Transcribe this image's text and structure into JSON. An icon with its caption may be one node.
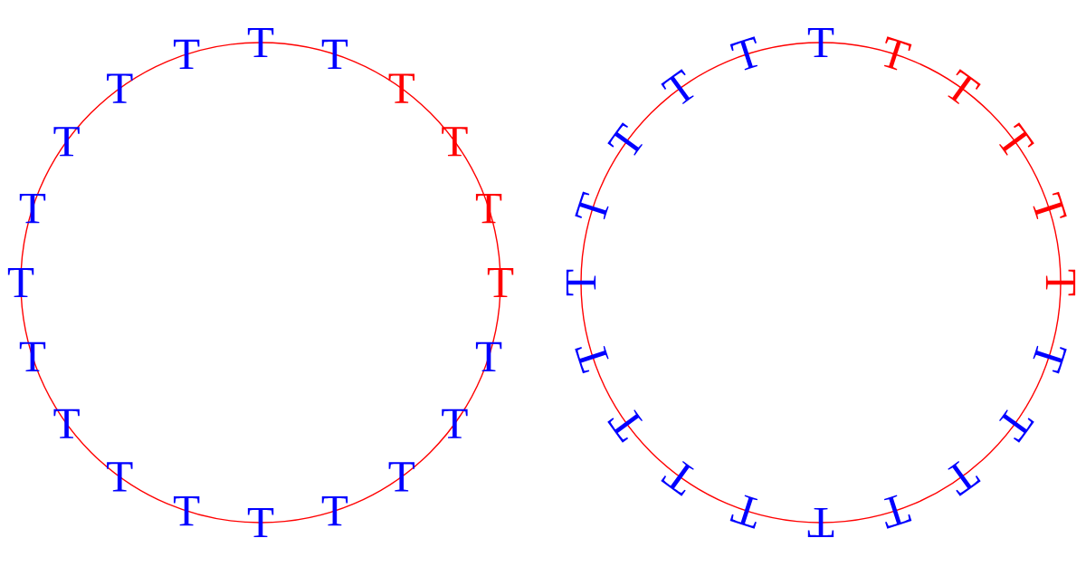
{
  "diagram": {
    "labels": [
      "T",
      "T",
      "T",
      "T",
      "T",
      "T",
      "T",
      "T",
      "T",
      "T",
      "T",
      "T",
      "T",
      "T",
      "T",
      "T",
      "T",
      "T",
      "T",
      "T",
      "T",
      "T",
      "T",
      "T",
      "T",
      "T",
      "T",
      "T",
      "T",
      "T",
      "T",
      "T",
      "T",
      "T",
      "T",
      "T",
      "T",
      "T",
      "T",
      "T"
    ]
  }
}
